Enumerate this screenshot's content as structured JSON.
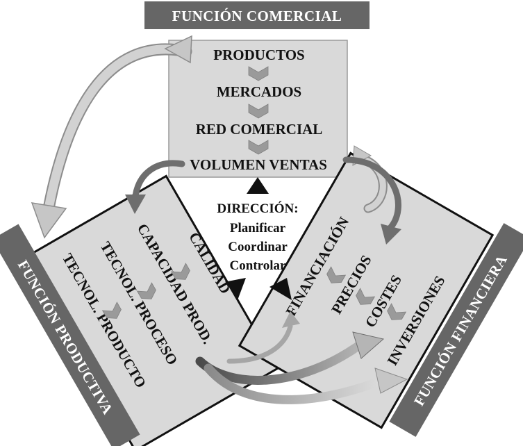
{
  "diagram": {
    "comercial": {
      "title": "FUNCIÓN COMERCIAL",
      "items": [
        "PRODUCTOS",
        "MERCADOS",
        "RED COMERCIAL",
        "VOLUMEN VENTAS"
      ]
    },
    "productiva": {
      "title": "FUNCIÓN PRODUCTIVA",
      "items": [
        "CALIDAD",
        "CAPACIDAD PROD.",
        "TECNOL. PROCESO",
        "TECNOL. PRODUCTO"
      ]
    },
    "financiera": {
      "title": "FUNCIÓN FINANCIERA",
      "items": [
        "FINANCIACIÓN",
        "PRECIOS",
        "COSTES",
        "INVERSIONES"
      ]
    },
    "direccion": {
      "title": "DIRECCIÓN:",
      "lines": [
        "Planificar",
        "Coordinar",
        "Controlar"
      ]
    }
  },
  "colors": {
    "banner": "#666666",
    "box_fill": "#d9d9d9",
    "box_stroke": "#111111",
    "chevron": "#9a9a9a",
    "arrow_light": "#c6c6c6",
    "arrow_dark": "#6e6e6e",
    "triangle": "#111111"
  }
}
